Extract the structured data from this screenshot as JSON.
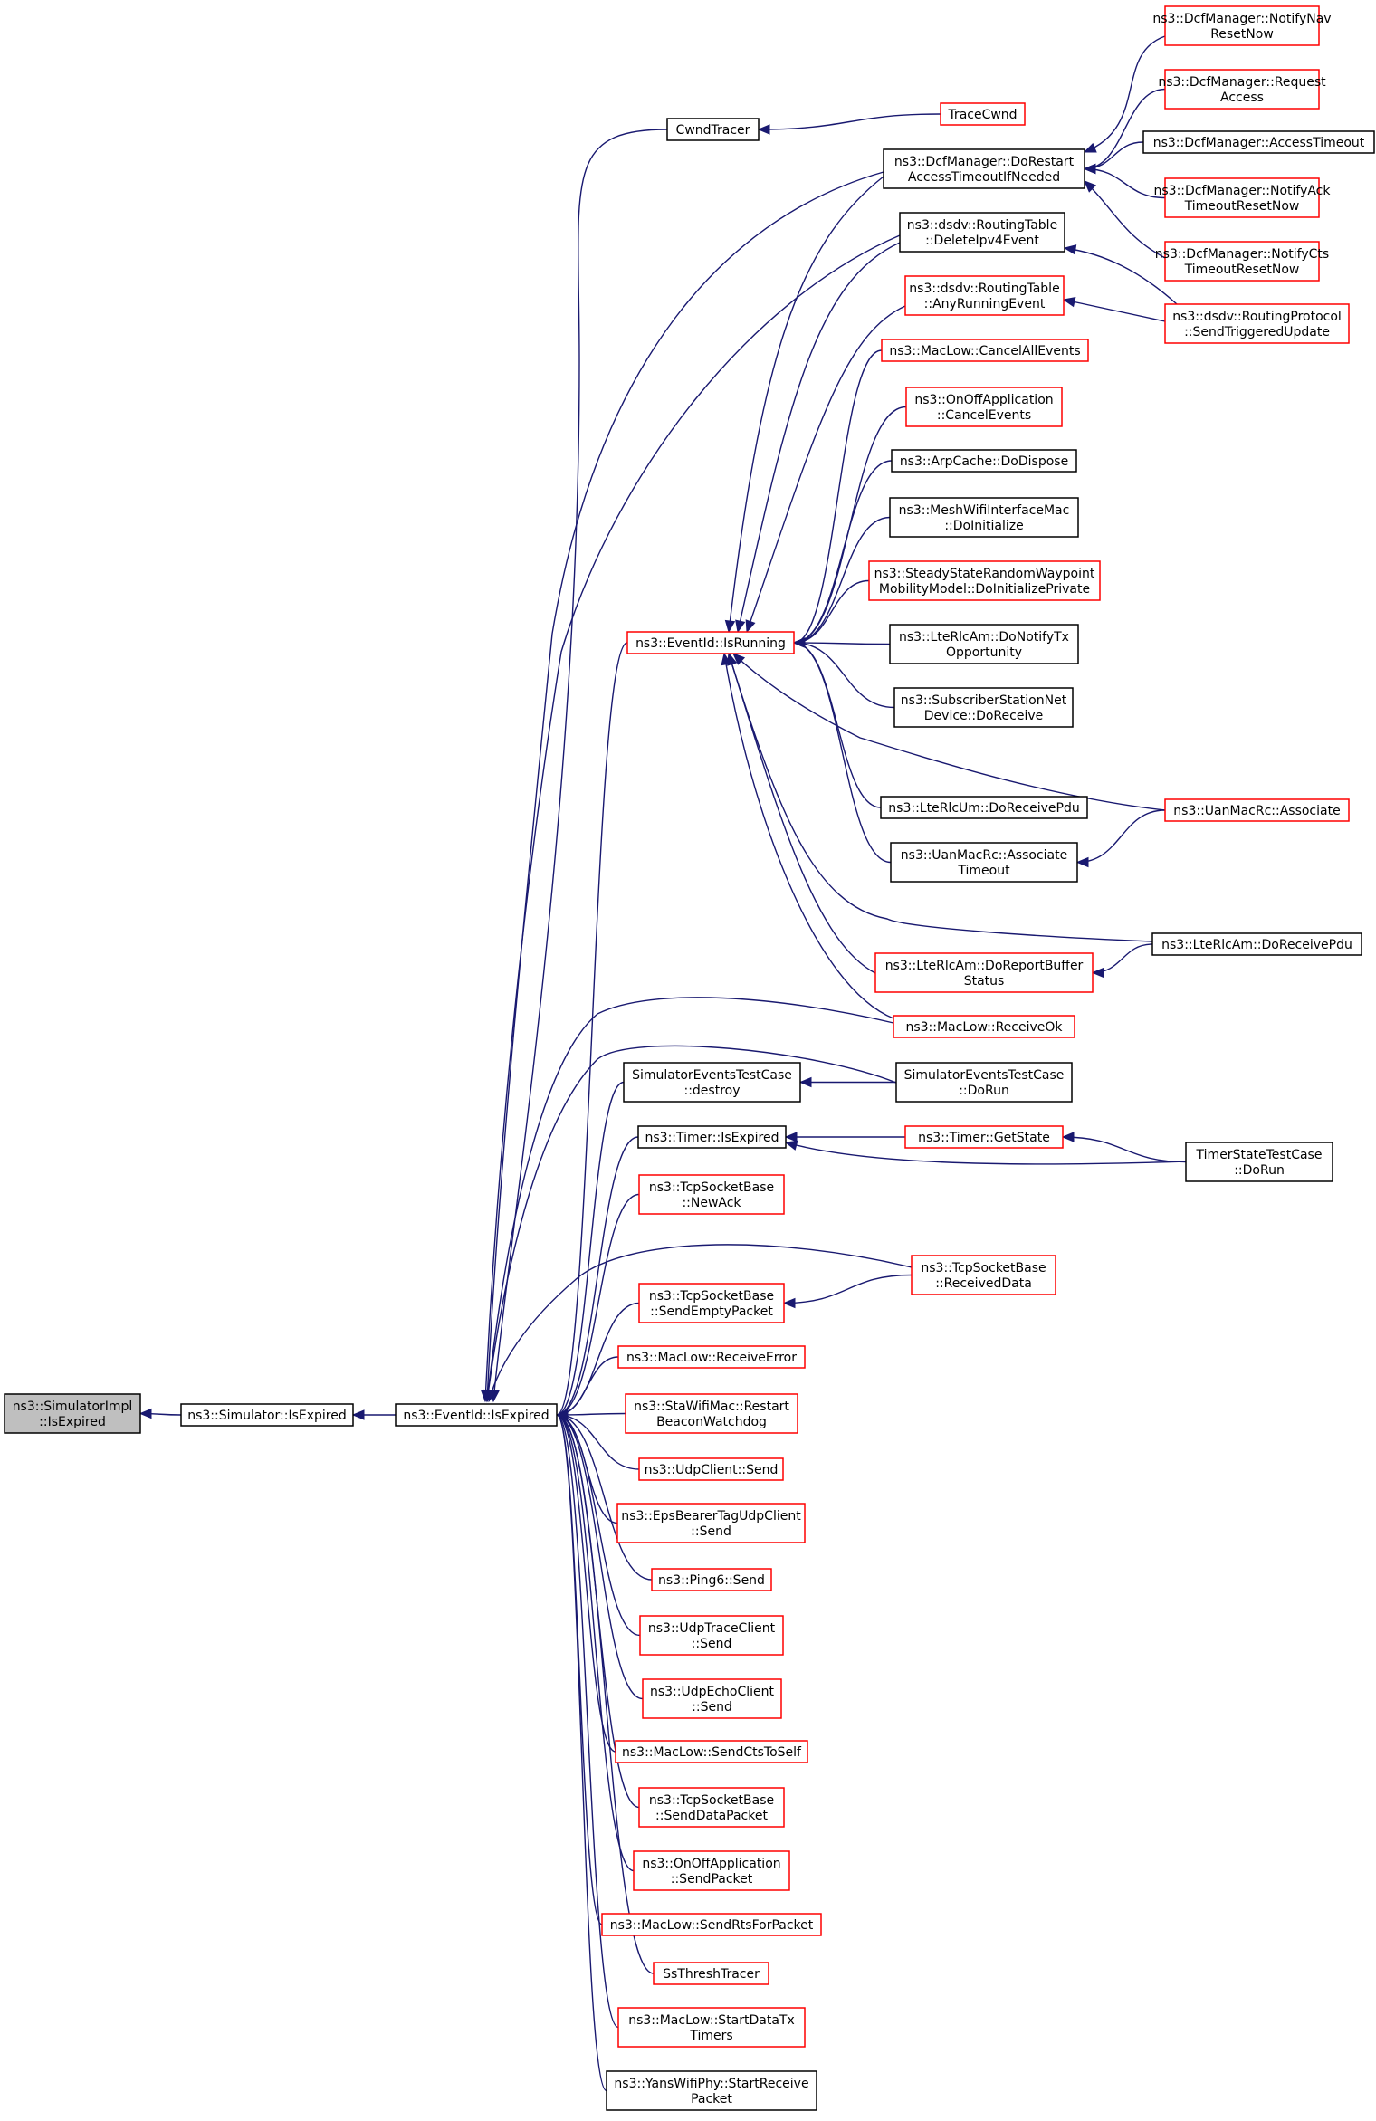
{
  "graph": {
    "title": "",
    "nodes": [
      {
        "id": "n0",
        "lines": [
          "ns3::SimulatorImpl",
          "::IsExpired"
        ],
        "style": "current"
      },
      {
        "id": "n1",
        "lines": [
          "ns3::Simulator::IsExpired"
        ],
        "style": "black"
      },
      {
        "id": "n2",
        "lines": [
          "ns3::EventId::IsExpired"
        ],
        "style": "black"
      },
      {
        "id": "n3",
        "lines": [
          "CwndTracer"
        ],
        "style": "black"
      },
      {
        "id": "n4",
        "lines": [
          "TraceCwnd"
        ],
        "style": "red"
      },
      {
        "id": "n5",
        "lines": [
          "ns3::DcfManager::DoRestart",
          "AccessTimeoutIfNeeded"
        ],
        "style": "black"
      },
      {
        "id": "n6",
        "lines": [
          "ns3::DcfManager::NotifyNav",
          "ResetNow"
        ],
        "style": "red"
      },
      {
        "id": "n7",
        "lines": [
          "ns3::DcfManager::Request",
          "Access"
        ],
        "style": "red"
      },
      {
        "id": "n8",
        "lines": [
          "ns3::DcfManager::AccessTimeout"
        ],
        "style": "black"
      },
      {
        "id": "n9",
        "lines": [
          "ns3::DcfManager::NotifyAck",
          "TimeoutResetNow"
        ],
        "style": "red"
      },
      {
        "id": "n10",
        "lines": [
          "ns3::DcfManager::NotifyCts",
          "TimeoutResetNow"
        ],
        "style": "red"
      },
      {
        "id": "n11",
        "lines": [
          "ns3::dsdv::RoutingTable",
          "::DeleteIpv4Event"
        ],
        "style": "black"
      },
      {
        "id": "n12",
        "lines": [
          "ns3::dsdv::RoutingTable",
          "::AnyRunningEvent"
        ],
        "style": "red"
      },
      {
        "id": "n13",
        "lines": [
          "ns3::dsdv::RoutingProtocol",
          "::SendTriggeredUpdate"
        ],
        "style": "red"
      },
      {
        "id": "n14",
        "lines": [
          "ns3::MacLow::CancelAllEvents"
        ],
        "style": "red"
      },
      {
        "id": "n15",
        "lines": [
          "ns3::OnOffApplication",
          "::CancelEvents"
        ],
        "style": "red"
      },
      {
        "id": "n16",
        "lines": [
          "ns3::ArpCache::DoDispose"
        ],
        "style": "black"
      },
      {
        "id": "n17",
        "lines": [
          "ns3::MeshWifiInterfaceMac",
          "::DoInitialize"
        ],
        "style": "black"
      },
      {
        "id": "n18",
        "lines": [
          "ns3::SteadyStateRandomWaypoint",
          "MobilityModel::DoInitializePrivate"
        ],
        "style": "red"
      },
      {
        "id": "n19",
        "lines": [
          "ns3::EventId::IsRunning"
        ],
        "style": "red"
      },
      {
        "id": "n20",
        "lines": [
          "ns3::LteRlcAm::DoNotifyTx",
          "Opportunity"
        ],
        "style": "black"
      },
      {
        "id": "n21",
        "lines": [
          "ns3::SubscriberStationNet",
          "Device::DoReceive"
        ],
        "style": "black"
      },
      {
        "id": "n22",
        "lines": [
          "ns3::LteRlcUm::DoReceivePdu"
        ],
        "style": "black"
      },
      {
        "id": "n23",
        "lines": [
          "ns3::UanMacRc::Associate"
        ],
        "style": "red"
      },
      {
        "id": "n24",
        "lines": [
          "ns3::UanMacRc::Associate",
          "Timeout"
        ],
        "style": "black"
      },
      {
        "id": "n25",
        "lines": [
          "ns3::LteRlcAm::DoReceivePdu"
        ],
        "style": "black"
      },
      {
        "id": "n26",
        "lines": [
          "ns3::LteRlcAm::DoReportBuffer",
          "Status"
        ],
        "style": "red"
      },
      {
        "id": "n27",
        "lines": [
          "ns3::MacLow::ReceiveOk"
        ],
        "style": "red"
      },
      {
        "id": "n28",
        "lines": [
          "SimulatorEventsTestCase",
          "::destroy"
        ],
        "style": "black"
      },
      {
        "id": "n29",
        "lines": [
          "SimulatorEventsTestCase",
          "::DoRun"
        ],
        "style": "black"
      },
      {
        "id": "n30",
        "lines": [
          "ns3::Timer::IsExpired"
        ],
        "style": "black"
      },
      {
        "id": "n31",
        "lines": [
          "ns3::Timer::GetState"
        ],
        "style": "red"
      },
      {
        "id": "n32",
        "lines": [
          "TimerStateTestCase",
          "::DoRun"
        ],
        "style": "black"
      },
      {
        "id": "n33",
        "lines": [
          "ns3::TcpSocketBase",
          "::NewAck"
        ],
        "style": "red"
      },
      {
        "id": "n34",
        "lines": [
          "ns3::TcpSocketBase",
          "::ReceivedData"
        ],
        "style": "red"
      },
      {
        "id": "n35",
        "lines": [
          "ns3::TcpSocketBase",
          "::SendEmptyPacket"
        ],
        "style": "red"
      },
      {
        "id": "n36",
        "lines": [
          "ns3::MacLow::ReceiveError"
        ],
        "style": "red"
      },
      {
        "id": "n37",
        "lines": [
          "ns3::StaWifiMac::Restart",
          "BeaconWatchdog"
        ],
        "style": "red"
      },
      {
        "id": "n38",
        "lines": [
          "ns3::UdpClient::Send"
        ],
        "style": "red"
      },
      {
        "id": "n39",
        "lines": [
          "ns3::EpsBearerTagUdpClient",
          "::Send"
        ],
        "style": "red"
      },
      {
        "id": "n40",
        "lines": [
          "ns3::Ping6::Send"
        ],
        "style": "red"
      },
      {
        "id": "n41",
        "lines": [
          "ns3::UdpTraceClient",
          "::Send"
        ],
        "style": "red"
      },
      {
        "id": "n42",
        "lines": [
          "ns3::UdpEchoClient",
          "::Send"
        ],
        "style": "red"
      },
      {
        "id": "n43",
        "lines": [
          "ns3::MacLow::SendCtsToSelf"
        ],
        "style": "red"
      },
      {
        "id": "n44",
        "lines": [
          "ns3::TcpSocketBase",
          "::SendDataPacket"
        ],
        "style": "red"
      },
      {
        "id": "n45",
        "lines": [
          "ns3::OnOffApplication",
          "::SendPacket"
        ],
        "style": "red"
      },
      {
        "id": "n46",
        "lines": [
          "ns3::MacLow::SendRtsForPacket"
        ],
        "style": "red"
      },
      {
        "id": "n47",
        "lines": [
          "SsThreshTracer"
        ],
        "style": "red"
      },
      {
        "id": "n48",
        "lines": [
          "ns3::MacLow::StartDataTx",
          "Timers"
        ],
        "style": "red"
      },
      {
        "id": "n49",
        "lines": [
          "ns3::YansWifiPhy::StartReceive",
          "Packet"
        ],
        "style": "black"
      }
    ],
    "edges": [
      {
        "from": "n1",
        "to": "n0"
      },
      {
        "from": "n2",
        "to": "n1"
      },
      {
        "from": "n3",
        "to": "n2"
      },
      {
        "from": "n4",
        "to": "n3"
      },
      {
        "from": "n5",
        "to": "n2"
      },
      {
        "from": "n6",
        "to": "n5"
      },
      {
        "from": "n7",
        "to": "n5"
      },
      {
        "from": "n8",
        "to": "n5"
      },
      {
        "from": "n9",
        "to": "n5"
      },
      {
        "from": "n10",
        "to": "n5"
      },
      {
        "from": "n11",
        "to": "n2"
      },
      {
        "from": "n13",
        "to": "n11"
      },
      {
        "from": "n13",
        "to": "n12"
      },
      {
        "from": "n19",
        "to": "n2"
      },
      {
        "from": "n5",
        "to": "n19"
      },
      {
        "from": "n11",
        "to": "n19"
      },
      {
        "from": "n12",
        "to": "n19"
      },
      {
        "from": "n14",
        "to": "n19"
      },
      {
        "from": "n15",
        "to": "n19"
      },
      {
        "from": "n16",
        "to": "n19"
      },
      {
        "from": "n17",
        "to": "n19"
      },
      {
        "from": "n18",
        "to": "n19"
      },
      {
        "from": "n20",
        "to": "n19"
      },
      {
        "from": "n21",
        "to": "n19"
      },
      {
        "from": "n22",
        "to": "n19"
      },
      {
        "from": "n23",
        "to": "n19"
      },
      {
        "from": "n24",
        "to": "n19"
      },
      {
        "from": "n25",
        "to": "n19"
      },
      {
        "from": "n26",
        "to": "n19"
      },
      {
        "from": "n27",
        "to": "n19"
      },
      {
        "from": "n23",
        "to": "n24"
      },
      {
        "from": "n25",
        "to": "n26"
      },
      {
        "from": "n27",
        "to": "n2"
      },
      {
        "from": "n28",
        "to": "n2"
      },
      {
        "from": "n29",
        "to": "n28"
      },
      {
        "from": "n29",
        "to": "n2"
      },
      {
        "from": "n30",
        "to": "n2"
      },
      {
        "from": "n31",
        "to": "n30"
      },
      {
        "from": "n32",
        "to": "n31"
      },
      {
        "from": "n32",
        "to": "n30"
      },
      {
        "from": "n33",
        "to": "n2"
      },
      {
        "from": "n34",
        "to": "n2"
      },
      {
        "from": "n34",
        "to": "n35"
      },
      {
        "from": "n35",
        "to": "n2"
      },
      {
        "from": "n36",
        "to": "n2"
      },
      {
        "from": "n37",
        "to": "n2"
      },
      {
        "from": "n38",
        "to": "n2"
      },
      {
        "from": "n39",
        "to": "n2"
      },
      {
        "from": "n40",
        "to": "n2"
      },
      {
        "from": "n41",
        "to": "n2"
      },
      {
        "from": "n42",
        "to": "n2"
      },
      {
        "from": "n43",
        "to": "n2"
      },
      {
        "from": "n44",
        "to": "n2"
      },
      {
        "from": "n45",
        "to": "n2"
      },
      {
        "from": "n46",
        "to": "n2"
      },
      {
        "from": "n47",
        "to": "n2"
      },
      {
        "from": "n48",
        "to": "n2"
      },
      {
        "from": "n49",
        "to": "n2"
      }
    ]
  }
}
